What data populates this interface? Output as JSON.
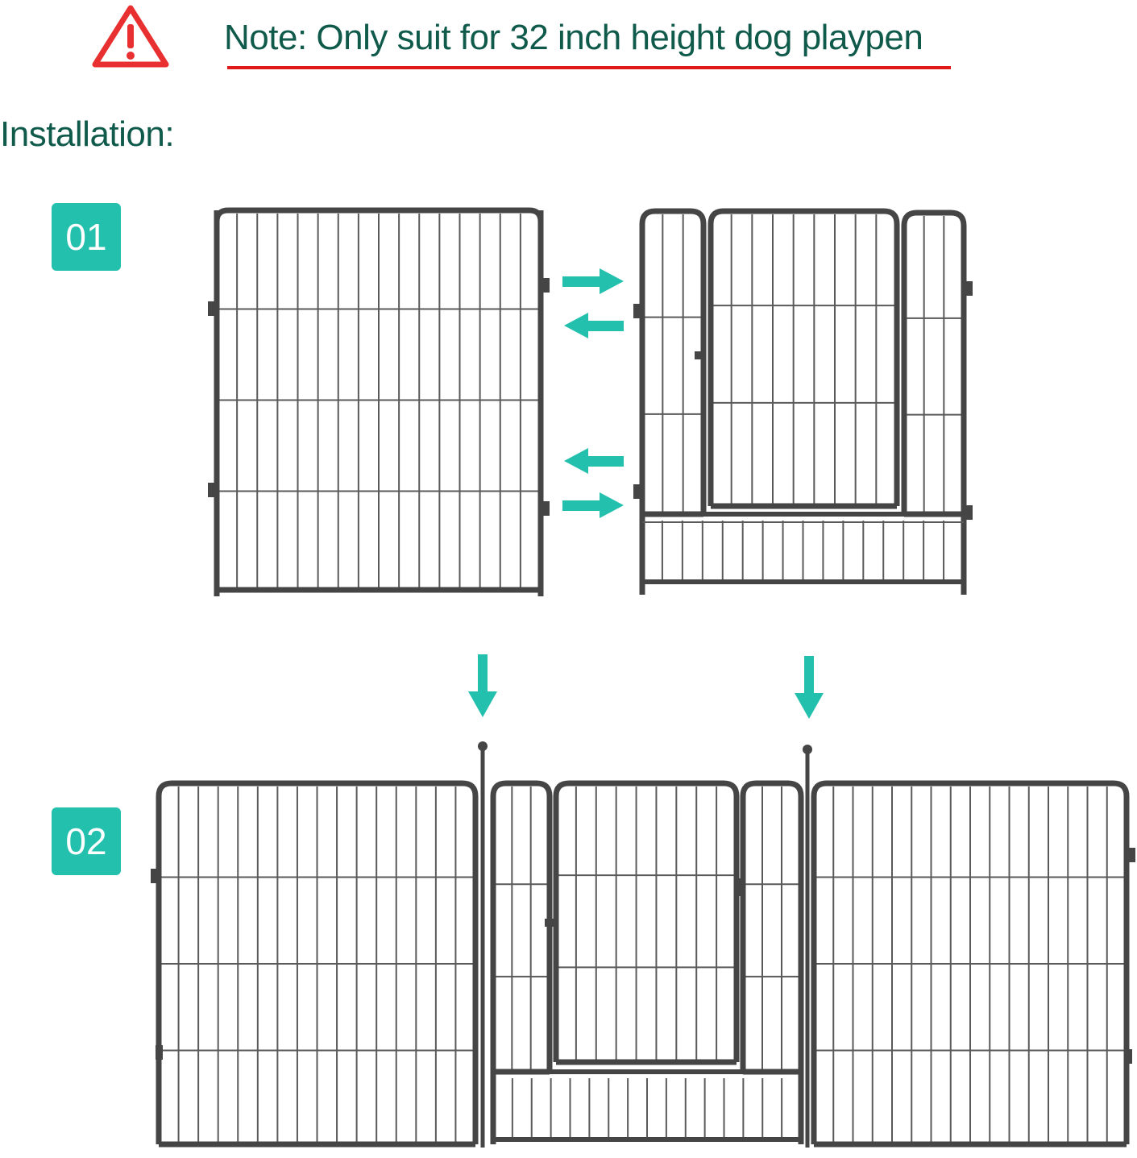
{
  "note": {
    "text": "Note: Only suit for 32 inch height dog playpen"
  },
  "installation_title": "Installation:",
  "steps": [
    {
      "label": "01"
    },
    {
      "label": "02"
    }
  ],
  "icons": {
    "warning": "warning-triangle-icon",
    "arrow_right": "arrow-right-icon",
    "arrow_left": "arrow-left-icon",
    "arrow_down": "arrow-down-icon"
  },
  "colors": {
    "title_text": "#0f5a4a",
    "underline": "#e01919",
    "warning": "#e83030",
    "badge": "#22c0ad",
    "arrow": "#22c0ad",
    "panel_frame": "#454545",
    "panel_wire": "#555555"
  }
}
